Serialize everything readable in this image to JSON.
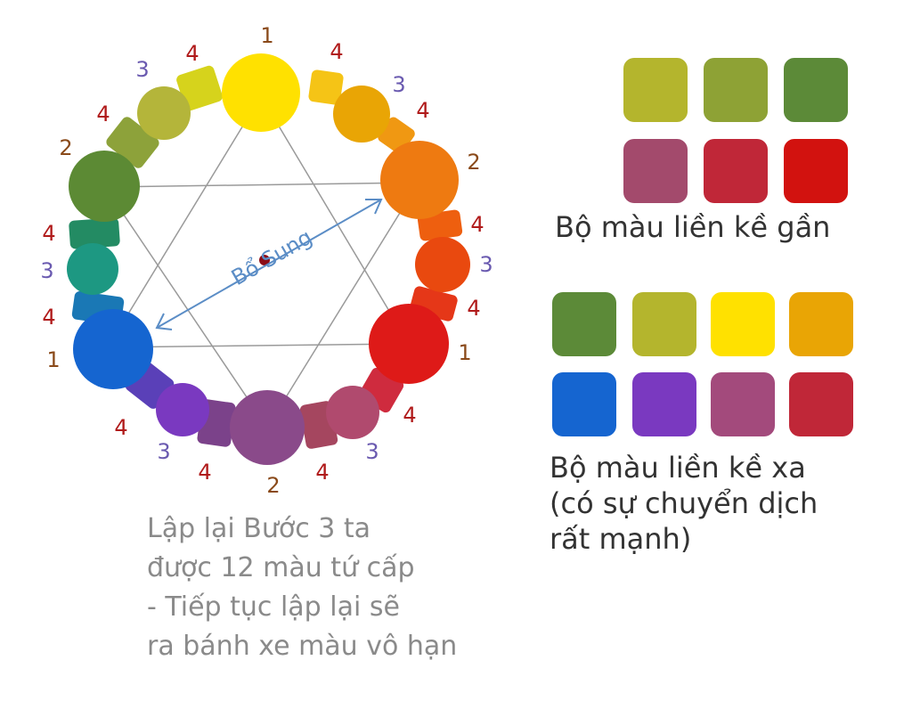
{
  "wheel": {
    "primary_colors": [
      "#ffe100",
      "#de1a18",
      "#1565d0"
    ],
    "secondary_colors": [
      "#ee7a11",
      "#8a4a8a",
      "#5c8a34"
    ],
    "tertiary_colors": [
      "#e9a505",
      "#e9490f",
      "#b04a6e",
      "#7a39c0",
      "#1d9882",
      "#b4b53a"
    ],
    "quaternary_colors": [
      "#f5c416",
      "#f09812",
      "#ee5f0f",
      "#e53718",
      "#cf2b3e",
      "#a5465f",
      "#7b428a",
      "#5a40b8",
      "#1a78b5",
      "#238b63",
      "#8da23a",
      "#d6d31c"
    ],
    "numbers": {
      "n1": "1",
      "n2": "2",
      "n3": "3",
      "n4": "4"
    },
    "bosung_label": "Bổ Sung"
  },
  "left_text": {
    "line1": "Lập lại Bước 3 ta",
    "line2": "được 12 màu tứ cấp",
    "line3": "- Tiếp tục lập lại sẽ",
    "line4": "ra bánh xe màu vô hạn"
  },
  "palette_near": {
    "caption": "Bộ màu liền kề gần",
    "swatches": [
      "#b4b52d",
      "#8ea235",
      "#5c8a38",
      "#a34a6c",
      "#c02738",
      "#d2120f"
    ]
  },
  "palette_far": {
    "caption_line1": "Bộ màu liền kề xa",
    "caption_line2": "(có sự chuyển dịch",
    "caption_line3": "rất mạnh)",
    "swatches": [
      "#5c8a38",
      "#b4b52d",
      "#ffe100",
      "#e9a505",
      "#1565d0",
      "#7a39c0",
      "#a34a7c",
      "#c02738"
    ]
  },
  "number_colors": {
    "one": "#8a4a1a",
    "two": "#8a4a1a",
    "three": "#6a5ab0",
    "four": "#b01a1a"
  }
}
